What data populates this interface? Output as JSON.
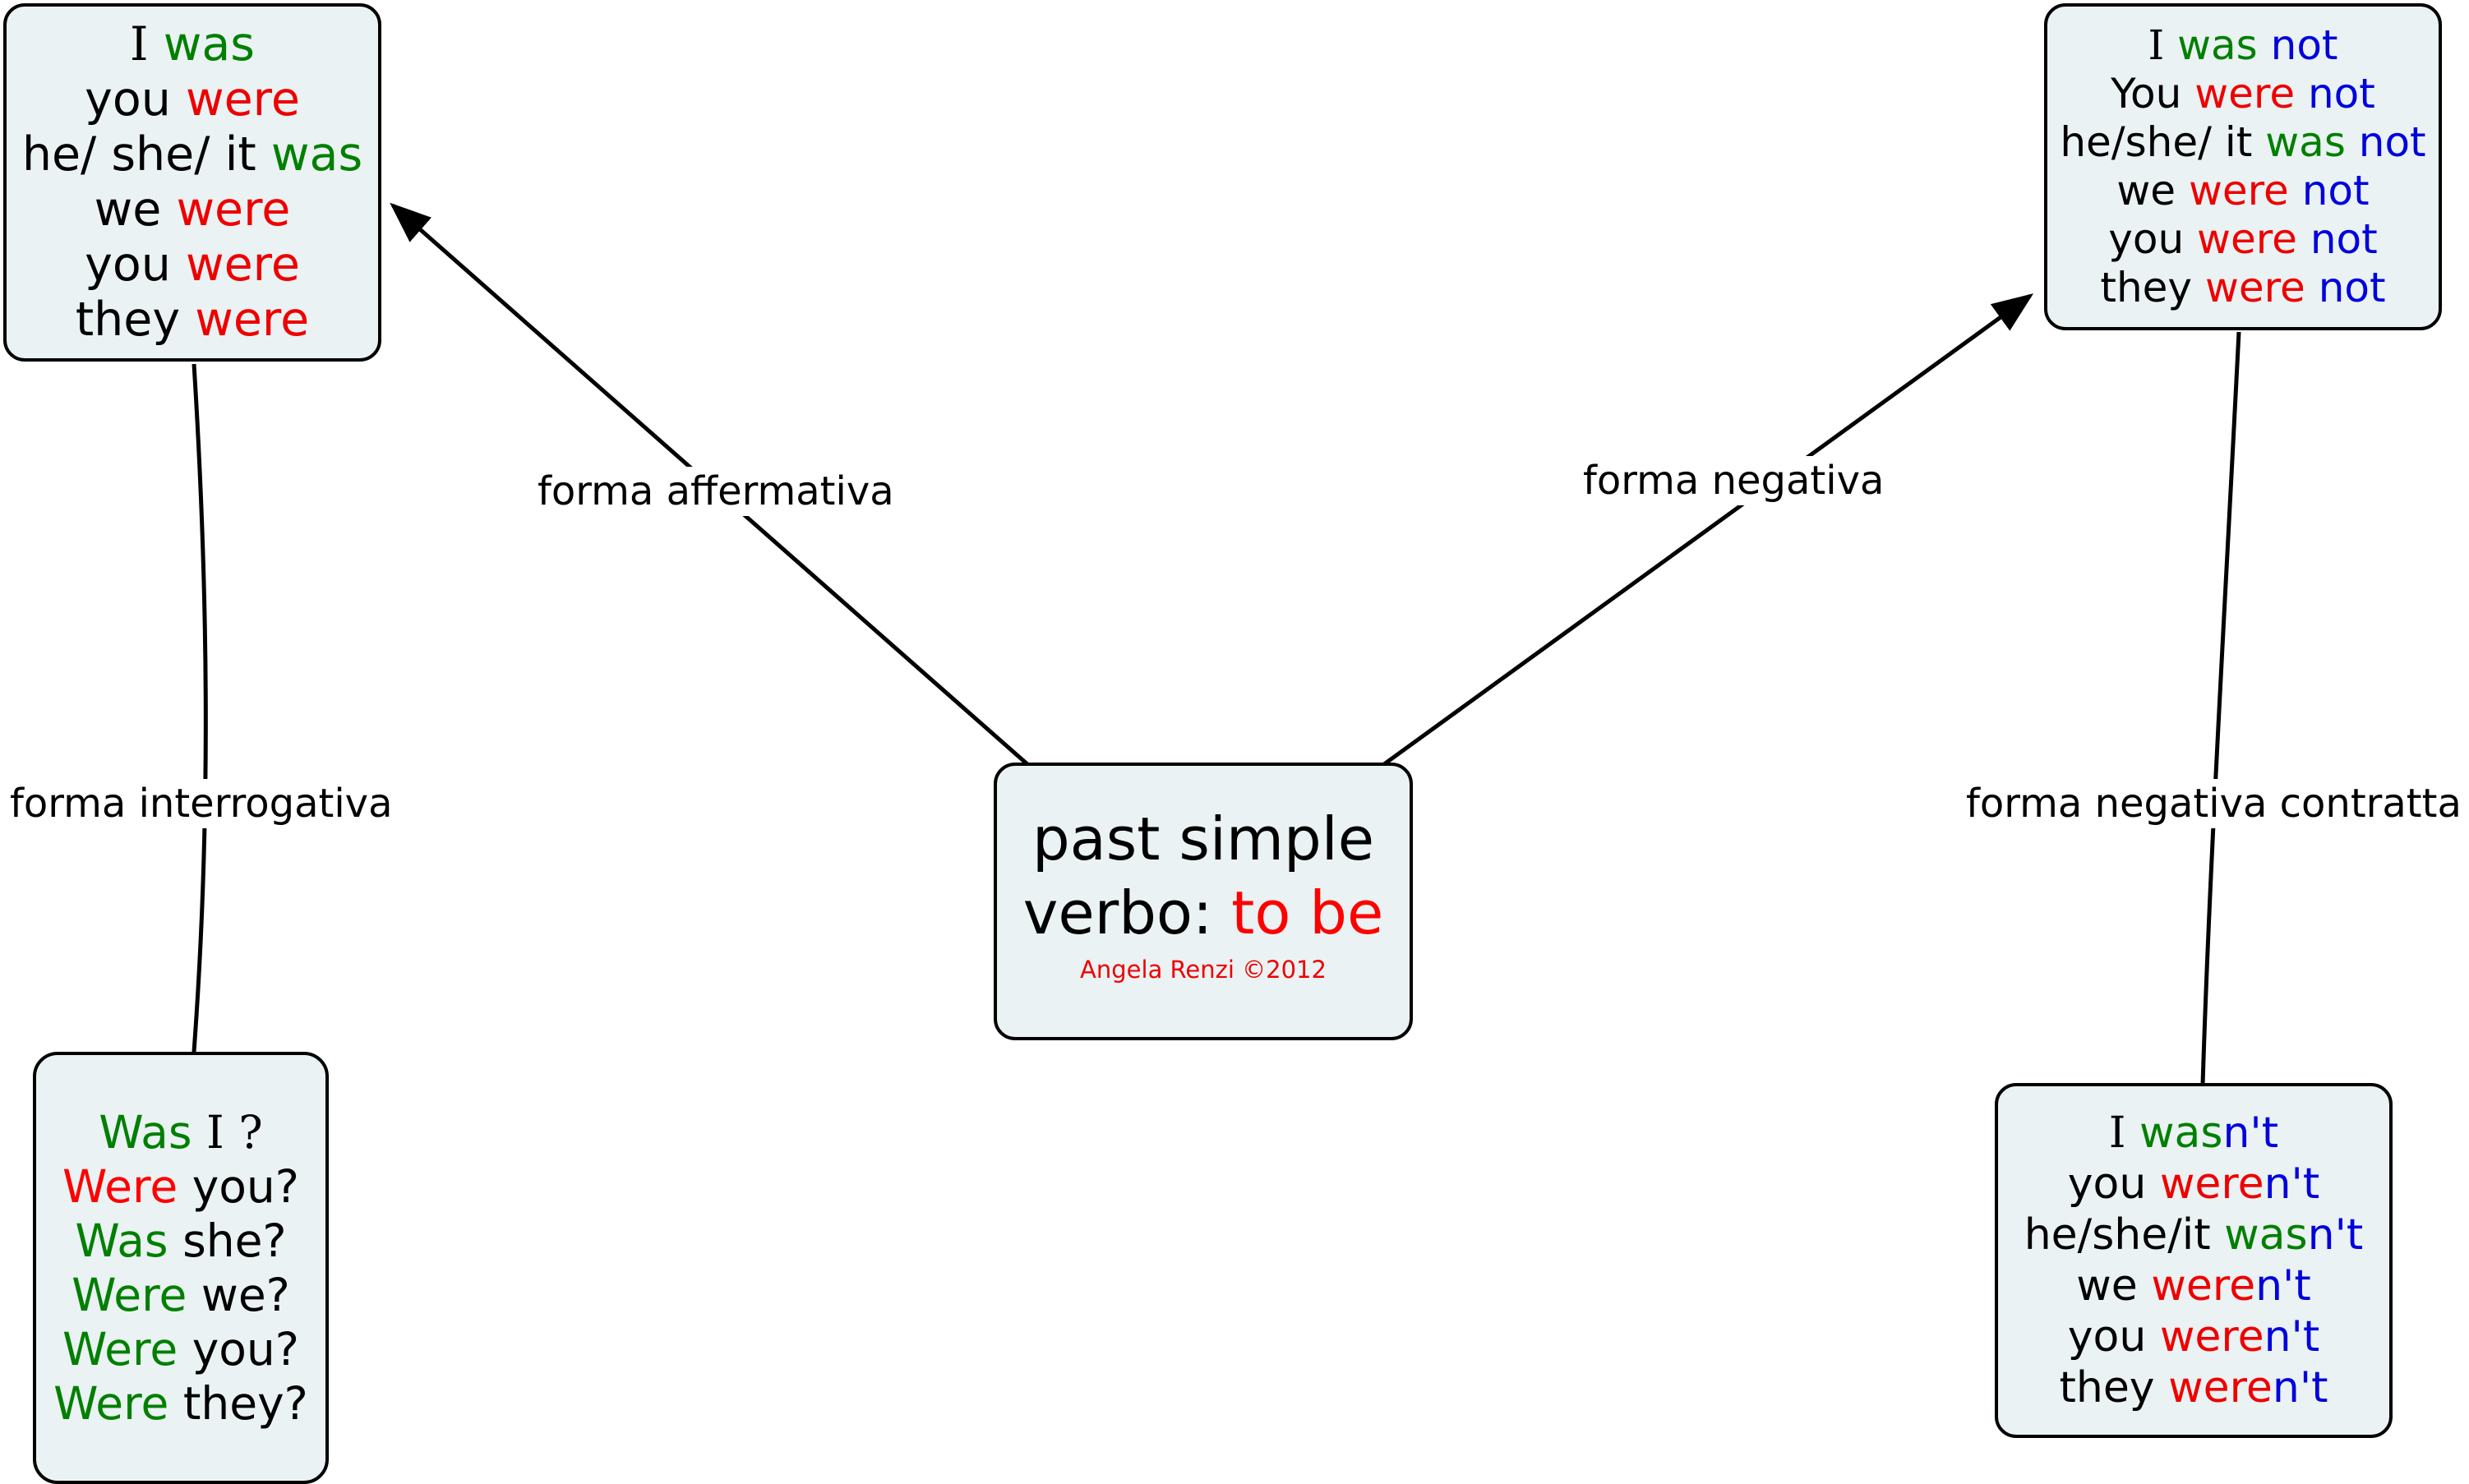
{
  "colors": {
    "node_fill": "#eaf2f3",
    "node_border": "#000000",
    "green": "#007f00",
    "red": "#ee0000",
    "blue": "#0000dd",
    "bright_red": "#ff0000",
    "background": "#ffffff"
  },
  "center": {
    "title_line_1": "past simple",
    "title_line_2_prefix": "verbo: ",
    "title_line_2_verb": "to be",
    "credit": "Angela Renzi ©2012"
  },
  "edges": [
    {
      "id": "affermativa",
      "label": "forma affermativa",
      "from": "center",
      "to": "affirmative",
      "arrow": true
    },
    {
      "id": "negativa",
      "label": "forma negativa",
      "from": "center",
      "to": "negative",
      "arrow": true
    },
    {
      "id": "interrogativa",
      "label": "forma interrogativa",
      "from": "affirmative",
      "to": "interrogative",
      "arrow": false
    },
    {
      "id": "negativa-contratta",
      "label": "forma negativa contratta",
      "from": "negative",
      "to": "contracted",
      "arrow": false
    }
  ],
  "affirmative": {
    "name": "forma affermativa",
    "lines": [
      {
        "subject": "I",
        "verb": "was",
        "verb_color": "green",
        "tail": "",
        "serif_subject": true
      },
      {
        "subject": "you",
        "verb": "were",
        "verb_color": "red",
        "tail": ""
      },
      {
        "subject": "he/ she/ it",
        "verb": "was",
        "verb_color": "green",
        "tail": ""
      },
      {
        "subject": "we",
        "verb": "were",
        "verb_color": "red",
        "tail": ""
      },
      {
        "subject": "you",
        "verb": "were",
        "verb_color": "red",
        "tail": ""
      },
      {
        "subject": "they",
        "verb": "were",
        "verb_color": "red",
        "tail": ""
      }
    ]
  },
  "negative": {
    "name": "forma negativa",
    "lines": [
      {
        "subject": "I",
        "verb": "was",
        "verb_color": "green",
        "tail": "not",
        "tail_color": "blue",
        "serif_subject": true
      },
      {
        "subject": "You",
        "verb": "were",
        "verb_color": "red",
        "tail": "not",
        "tail_color": "blue"
      },
      {
        "subject": "he/she/ it",
        "verb": "was",
        "verb_color": "green",
        "tail": "not",
        "tail_color": "blue"
      },
      {
        "subject": "we",
        "verb": "were",
        "verb_color": "red",
        "tail": "not",
        "tail_color": "blue"
      },
      {
        "subject": "you",
        "verb": "were",
        "verb_color": "red",
        "tail": "not",
        "tail_color": "blue"
      },
      {
        "subject": "they",
        "verb": "were",
        "verb_color": "red",
        "tail": "not",
        "tail_color": "blue"
      }
    ]
  },
  "interrogative": {
    "name": "forma interrogativa",
    "lines": [
      {
        "verb": "Was",
        "verb_color": "green",
        "subject": "I ?",
        "serif_subject": true
      },
      {
        "verb": "Were",
        "verb_color": "red",
        "subject": "you?"
      },
      {
        "verb": "Was",
        "verb_color": "green",
        "subject": "she?"
      },
      {
        "verb": "Were",
        "verb_color": "green",
        "subject": "we?"
      },
      {
        "verb": "Were",
        "verb_color": "green",
        "subject": "you?"
      },
      {
        "verb": "Were",
        "verb_color": "green",
        "subject": "they?"
      }
    ]
  },
  "contracted": {
    "name": "forma negativa contratta",
    "lines": [
      {
        "subject": "I",
        "verb": "was",
        "verb_color": "green",
        "tail": "n't",
        "tail_color": "blue",
        "serif_subject": true
      },
      {
        "subject": "you",
        "verb": "were",
        "verb_color": "red",
        "tail": "n't",
        "tail_color": "blue"
      },
      {
        "subject": "he/she/it",
        "verb": "was",
        "verb_color": "green",
        "tail": "n't",
        "tail_color": "blue"
      },
      {
        "subject": "we",
        "verb": "were",
        "verb_color": "red",
        "tail": "n't",
        "tail_color": "blue"
      },
      {
        "subject": "you",
        "verb": "were",
        "verb_color": "red",
        "tail": "n't",
        "tail_color": "blue"
      },
      {
        "subject": "they",
        "verb": "were",
        "verb_color": "red",
        "tail": "n't",
        "tail_color": "blue"
      }
    ]
  }
}
